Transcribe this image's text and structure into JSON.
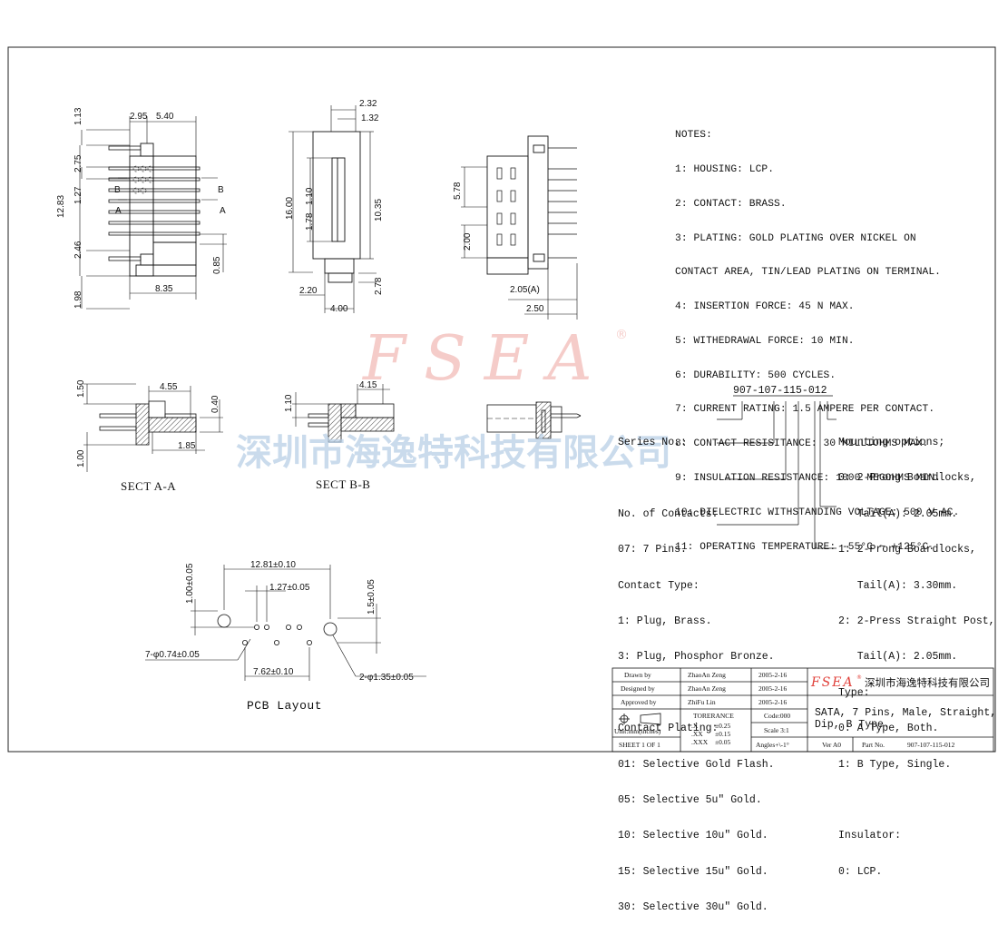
{
  "watermark": {
    "logo": "FSEA",
    "registered_mark": "®",
    "company": "深圳市海逸特科技有限公司"
  },
  "notes": {
    "title": "NOTES:",
    "lines": [
      "1: HOUSING: LCP.",
      "2: CONTACT: BRASS.",
      "3: PLATING: GOLD PLATING OVER NICKEL ON",
      "CONTACT AREA, TIN/LEAD PLATING ON TERMINAL.",
      "4: INSERTION FORCE: 45 N MAX.",
      "5: WITHEDRAWAL FORCE: 10 MIN.",
      "6: DURABILITY: 500 CYCLES.",
      "7: CURRENT RATING: 1.5 AMPERE PER CONTACT.",
      "8: CONTACT RESISITANCE: 30 MILLIOHMS MAX.",
      "9: INSULATION RESISTANCE: 1000 MEGOHMS MIN.",
      "10: DIELECTRIC WITHSTANDING VOLTAGE: 500 V AC.",
      "11: OPERATING TEMPERATURE: -55°C ~ +125°C."
    ]
  },
  "dims_front": {
    "d1_13": "1.13",
    "d2_95": "2.95",
    "d5_40": "5.40",
    "d2_75": "2.75",
    "d12_83": "12.83",
    "d1_27": "1.27",
    "d2_46": "2.46",
    "d1_98": "1.98",
    "d8_35": "8.35",
    "d0_85": "0.85",
    "mark_b": "B",
    "mark_a": "A"
  },
  "dims_side": {
    "d2_32": "2.32",
    "d1_32": "1.32",
    "d16_00": "16.00",
    "d1_10": "1.10",
    "d1_78": "1.78",
    "d10_35": "10.35",
    "d2_20": "2.20",
    "d2_78": "2.78",
    "d4_00": "4.00"
  },
  "dims_iso": {
    "d5_78": "5.78",
    "d2_00": "2.00",
    "d2_05a": "2.05(A)",
    "d2_50": "2.50"
  },
  "sect_a": {
    "d1_50": "1.50",
    "d4_55": "4.55",
    "d0_40": "0.40",
    "d1_00": "1.00",
    "d1_85": "1.85",
    "caption": "SECT A-A"
  },
  "sect_b": {
    "d1_10": "1.10",
    "d4_15": "4.15",
    "caption": "SECT B-B"
  },
  "pcb": {
    "d12_81": "12.81±0.10",
    "d1_27": "1.27±0.05",
    "d1_00": "1.00±0.05",
    "d1_5": "1.5±0.05",
    "d_holes7": "7-φ0.74±0.05",
    "d7_62": "7.62±0.10",
    "d_holes2": "2-φ1.35±0.05",
    "caption": "PCB Layout"
  },
  "part_code": {
    "number": "907-107-115-012",
    "left_lines": [
      "Series No.:",
      "",
      "No. of Contacts:",
      "07: 7 Pins.",
      "Contact Type:",
      "1: Plug, Brass.",
      "3: Plug, Phosphor Bronze.",
      "",
      "Contact Plating:",
      "01: Selective Gold Flash.",
      "05: Selective 5u\" Gold.",
      "10: Selective 10u\" Gold.",
      "15: Selective 15u\" Gold.",
      "30: Selective 30u\" Gold."
    ],
    "right_lines": [
      "Mounting options;",
      "0: 2-Prong Boardlocks,",
      "   Tail(A): 2.05mm.",
      "1: 2-Prong Boardlocks,",
      "   Tail(A): 3.30mm.",
      "2: 2-Press Straight Post,",
      "   Tail(A): 2.05mm.",
      "Type:",
      "0: A Type, Both.",
      "1: B Type, Single.",
      "",
      "Insulator:",
      "0: LCP."
    ]
  },
  "title_block": {
    "drawn_label": "Drawn by",
    "drawn_name": "ZhaoAn Zeng",
    "drawn_date": "2005-2-16",
    "designed_label": "Designed by",
    "designed_name": "ZhaoAn Zeng",
    "designed_date": "2005-2-16",
    "approved_label": "Approved by",
    "approved_name": "ZhiFu Lin",
    "approved_date": "2005-2-16",
    "tolerance_title": "TORERANCE",
    "tol_x": ".X",
    "tol_x_val": "±0.25",
    "tol_xx": ".XX",
    "tol_xx_val": "±0.15",
    "tol_xxx": ".XXX",
    "tol_xxx_val": "±0.05",
    "code": "Code:000",
    "scale": "Scale 3:1",
    "angles": "Angles+\\-1°",
    "units": "Unit:mm(inches)",
    "sheet": "SHEET 1 OF 1",
    "logo": "FSEA",
    "logo_mark": "®",
    "company": "深圳市海逸特科技有限公司",
    "description_line1": "SATA, 7 Pins, Male, Straight,",
    "description_line2": "Dip, B Type.",
    "ver": "Ver A0",
    "part_no_label": "Part No.",
    "part_no": "907-107-115-012"
  }
}
